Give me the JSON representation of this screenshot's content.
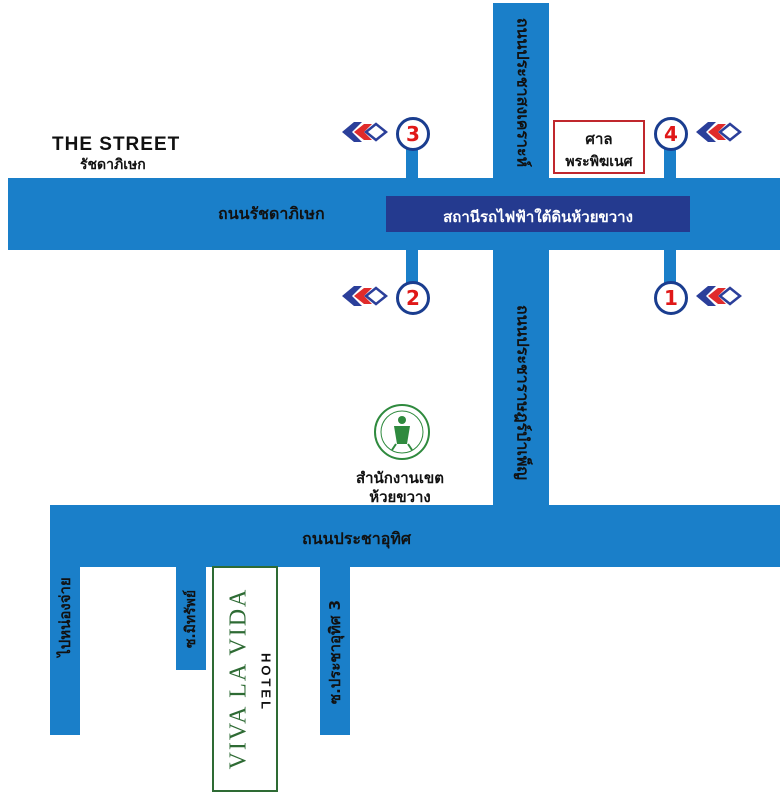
{
  "roads": {
    "ratchadaphisek": "ถนนรัชดาภิเษก",
    "pracha_songkhro": "ถนนประชาสงเคราะห์",
    "pracha_rat_bamphen": "ถนนประชาราษฎร์บำเพ็ญ",
    "pracha_uthit": "ถนนประชาอุทิศ",
    "to_nong_chan": "ไปหน่องจ่าย",
    "soi_mitsap": "ซ.มิทรัพย์",
    "soi_pracha_uthit_3": "ซ.ประชาอุทิศ 3"
  },
  "station": "สถานีรถไฟฟ้าใต้ดินห้วยขวาง",
  "landmarks": {
    "the_street_logo": "THE STREET",
    "the_street_sub": "รัชดาภิเษก",
    "shrine_line1": "ศาล",
    "shrine_line2": "พระพิฆเนศ",
    "district_office_line1": "สำนักงานเขต",
    "district_office_line2": "ห้วยขวาง"
  },
  "hotel": {
    "name": "VIVA LA VIDA",
    "sub": "HOTEL"
  },
  "exits": {
    "e1": "1",
    "e2": "2",
    "e3": "3",
    "e4": "4"
  },
  "colors": {
    "road": "#1a7fc9",
    "station_band": "#243a8f",
    "exit_number": "#e01818",
    "hotel_green": "#2e6b34",
    "shrine_border": "#c0272d"
  }
}
